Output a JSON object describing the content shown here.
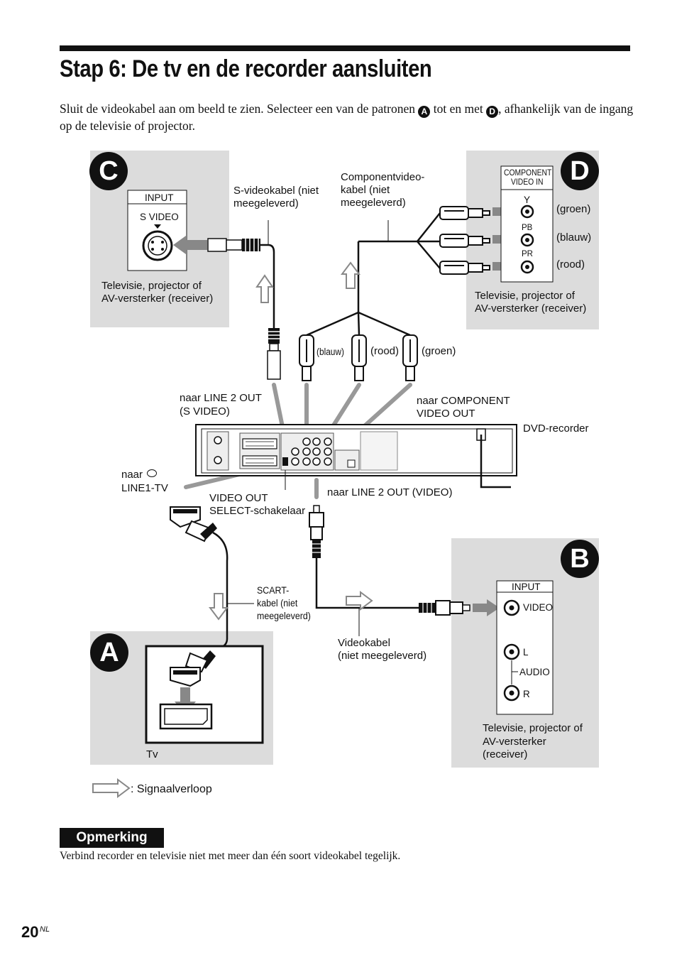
{
  "header": {
    "title": "Stap 6: De tv en de recorder aansluiten"
  },
  "intro": {
    "part1": "Sluit de videokabel aan om beeld te zien. Selecteer een van de patronen ",
    "badge_a": "A",
    "part2": " tot en met ",
    "badge_d": "D",
    "part3": ", afhankelijk van de ingang op de televisie of projector."
  },
  "panels": {
    "c": {
      "badge": "C",
      "jack_header": "INPUT",
      "jack_label": "S VIDEO",
      "caption_line1": "Televisie, projector of",
      "caption_line2": "AV-versterker (receiver)"
    },
    "d": {
      "badge": "D",
      "header_line1": "COMPONENT",
      "header_line2": "VIDEO IN",
      "jack_y": "Y",
      "jack_pb": "PB",
      "jack_pr": "PR",
      "color_green": "(groen)",
      "color_blue": "(blauw)",
      "color_red": "(rood)",
      "caption_line1": "Televisie, projector of",
      "caption_line2": "AV-versterker (receiver)"
    },
    "b": {
      "badge": "B",
      "jack_header": "INPUT",
      "jack_video": "VIDEO",
      "jack_l": "L",
      "jack_audio": "AUDIO",
      "jack_r": "R",
      "caption_line1": "Televisie, projector of",
      "caption_line2": "AV-versterker",
      "caption_line3": "(receiver)"
    },
    "a": {
      "badge": "A",
      "caption": "Tv"
    }
  },
  "cables": {
    "svideo_line1": "S-videokabel (niet",
    "svideo_line2": "meegeleverd)",
    "component_line1": "Componentvideo-",
    "component_line2": "kabel (niet",
    "component_line3": "meegeleverd)",
    "plug_blue": "(blauw)",
    "plug_red": "(rood)",
    "plug_green": "(groen)",
    "scart_line1": "SCART-",
    "scart_line2": "kabel (niet",
    "scart_line3": "meegeleverd)",
    "video_line1": "Videokabel",
    "video_line2": "(niet meegeleverd)"
  },
  "recorder": {
    "name": "DVD-recorder",
    "to_line2_svideo_1": "naar LINE 2 OUT",
    "to_line2_svideo_2": "(S VIDEO)",
    "to_component_1": "naar COMPONENT",
    "to_component_2": "VIDEO OUT",
    "to_line1_1": "naar",
    "to_line1_2": "LINE1-TV",
    "switch_1": "VIDEO OUT",
    "switch_2": "SELECT-schakelaar",
    "to_line2_video": "naar LINE 2 OUT (VIDEO)"
  },
  "legend": {
    "text": ": Signaalverloop"
  },
  "note": {
    "heading": "Opmerking",
    "text": "Verbind recorder en televisie niet met meer dan één soort videokabel tegelijk."
  },
  "footer": {
    "page_number": "20",
    "page_suffix": "NL"
  },
  "colors": {
    "panel_bg": "#dcdcdc",
    "text": "#111111",
    "arrow_gray": "#8a8a8a"
  }
}
